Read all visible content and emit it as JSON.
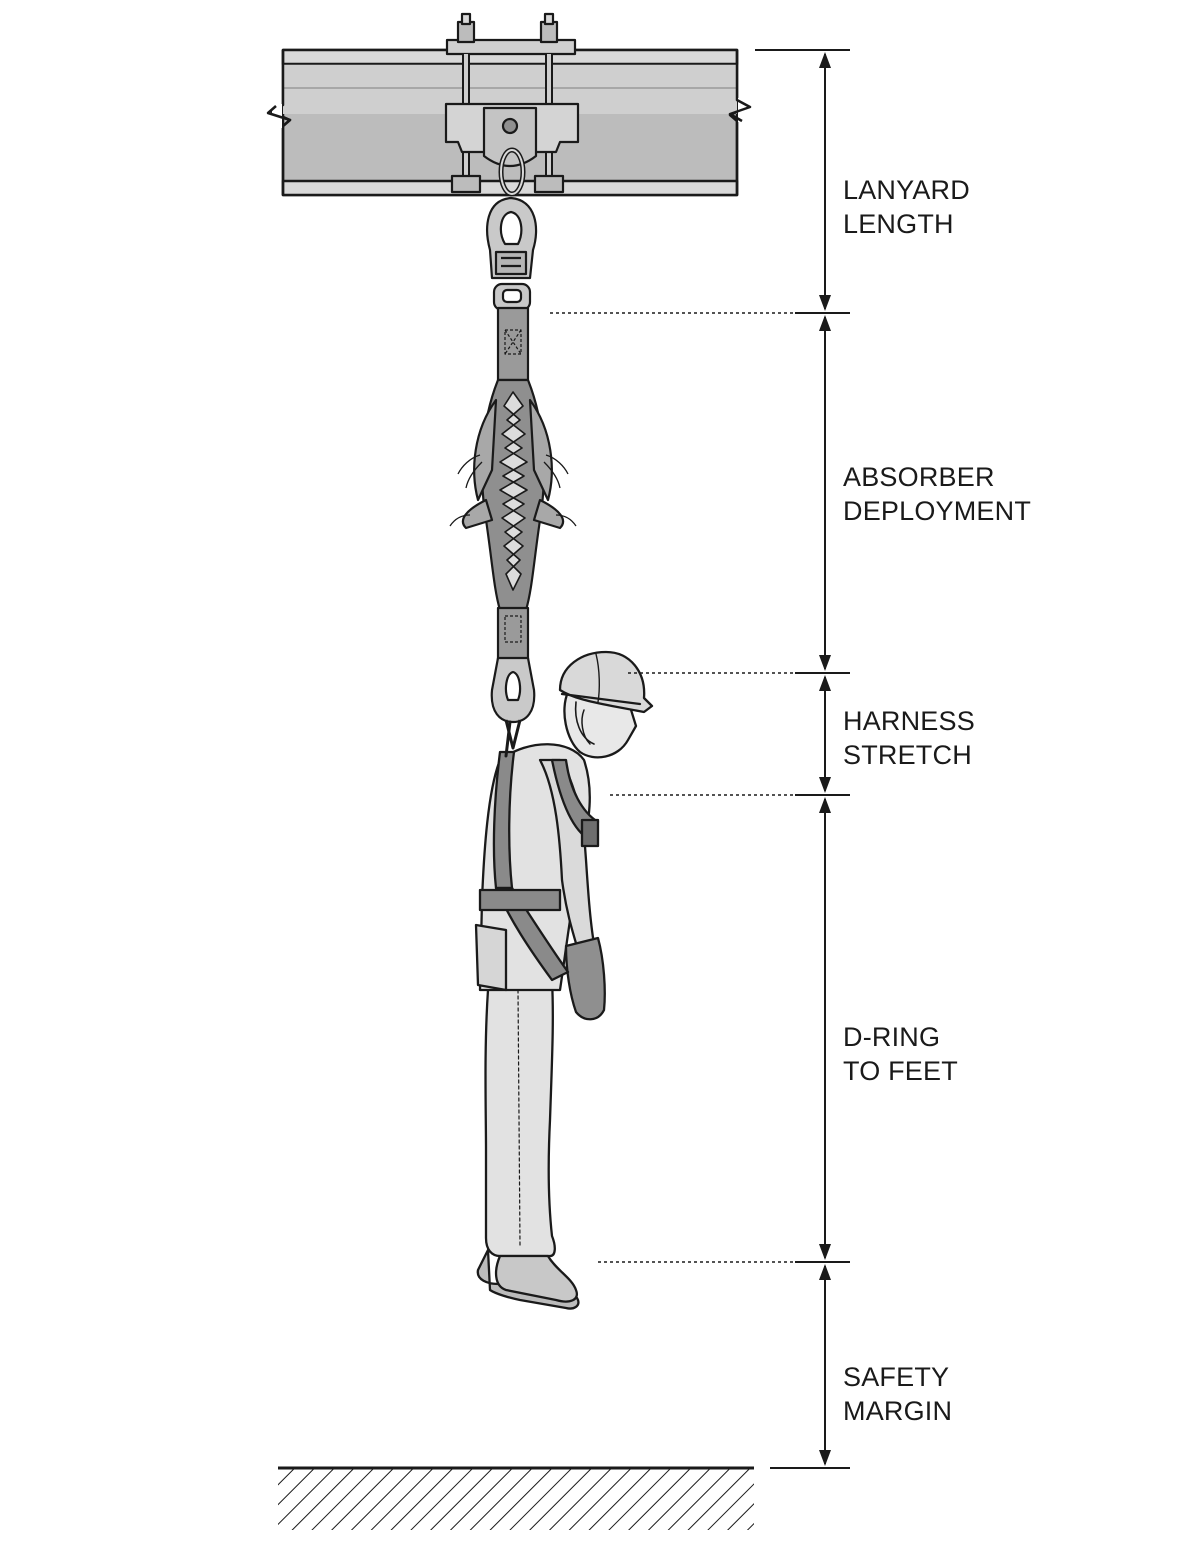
{
  "colors": {
    "ink": "#1a1a1a",
    "steel_light": "#d9d9d9",
    "steel_mid": "#bcbcbc",
    "steel_dark": "#8f8f8f",
    "webbing": "#9a9a9a",
    "webbing_dark": "#6e6e6e",
    "cloth": "#e2e2e2",
    "cloth_shade": "#c8c8c8",
    "paper": "#ffffff"
  },
  "segments": [
    {
      "id": "lanyard",
      "line1": "LANYARD",
      "line2": "LENGTH"
    },
    {
      "id": "absorber",
      "line1": "ABSORBER",
      "line2": "DEPLOYMENT"
    },
    {
      "id": "harness",
      "line1": "HARNESS",
      "line2": "STRETCH"
    },
    {
      "id": "dring",
      "line1": "D-RING",
      "line2": "TO FEET"
    },
    {
      "id": "margin",
      "line1": "SAFETY",
      "line2": "MARGIN"
    }
  ],
  "icons": {
    "beam": "steel-i-beam-icon",
    "clamp": "beam-clamp-anchor-icon",
    "hook": "snap-hook-icon",
    "absorber": "shock-absorber-icon",
    "worker": "suspended-worker-icon",
    "ground": "ground-hatch-icon"
  }
}
